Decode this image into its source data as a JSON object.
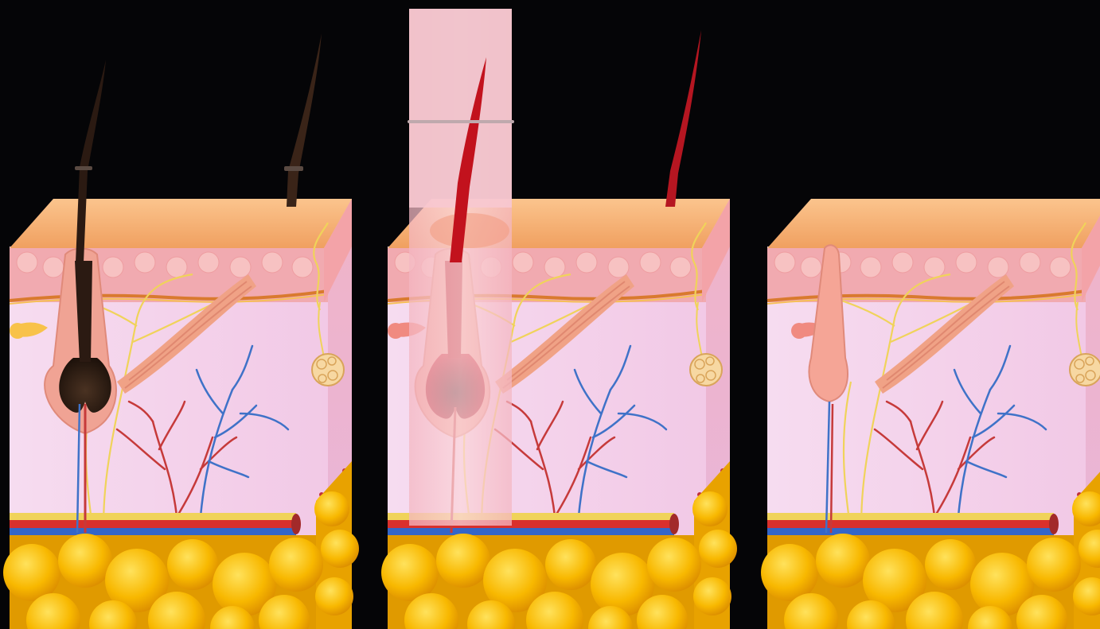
{
  "diagram": {
    "kind": "skin-cross-section-sequence",
    "background": "#050507",
    "colors": {
      "epidermis_top": "#f7b57a",
      "dermis": "#f4d2ea",
      "papillary": "#f2a7a8",
      "fat": "#f8b400",
      "artery": "#d9302c",
      "vein": "#3466c8",
      "nerve": "#f0d35a",
      "laser_beam": "#f7c3cc",
      "hair_dark": "#2b1a12",
      "hair_heated": "#b30e16",
      "follicle": "#f0a394"
    },
    "panels": [
      {
        "id": "panel-1",
        "hair_state": "dark",
        "laser": false,
        "hair_present": true
      },
      {
        "id": "panel-2",
        "hair_state": "heated",
        "laser": true,
        "hair_present": true
      },
      {
        "id": "panel-3",
        "hair_state": "removed",
        "laser": false,
        "hair_present": false
      }
    ]
  }
}
